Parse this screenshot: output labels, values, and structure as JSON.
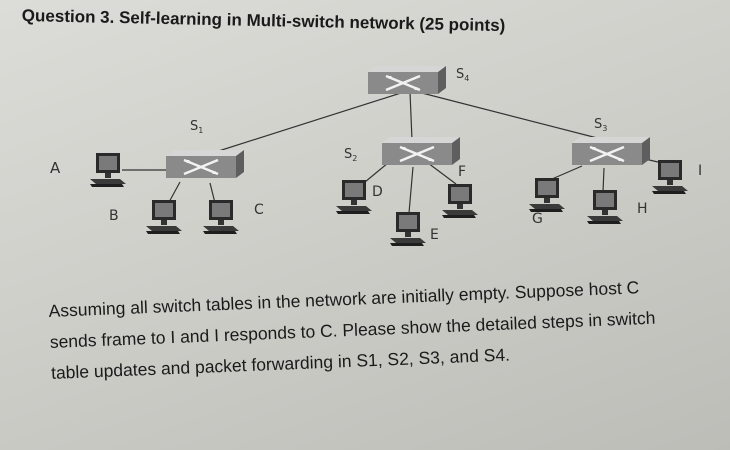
{
  "question": {
    "title": "Question 3. Self-learning in Multi-switch network (25 points)"
  },
  "network": {
    "switches": [
      {
        "id": "s4",
        "base": "S",
        "sub": "4"
      },
      {
        "id": "s1",
        "base": "S",
        "sub": "1"
      },
      {
        "id": "s2",
        "base": "S",
        "sub": "2"
      },
      {
        "id": "s3",
        "base": "S",
        "sub": "3"
      }
    ],
    "hosts": [
      "A",
      "B",
      "C",
      "D",
      "E",
      "F",
      "G",
      "H",
      "I"
    ]
  },
  "paragraph": {
    "line1": "Assuming all switch tables in the network are initially empty. Suppose host C",
    "line2": "sends frame to I and I responds to C. Please show the detailed steps in switch",
    "line3": "table updates and packet forwarding in S1, S2, S3, and S4."
  }
}
